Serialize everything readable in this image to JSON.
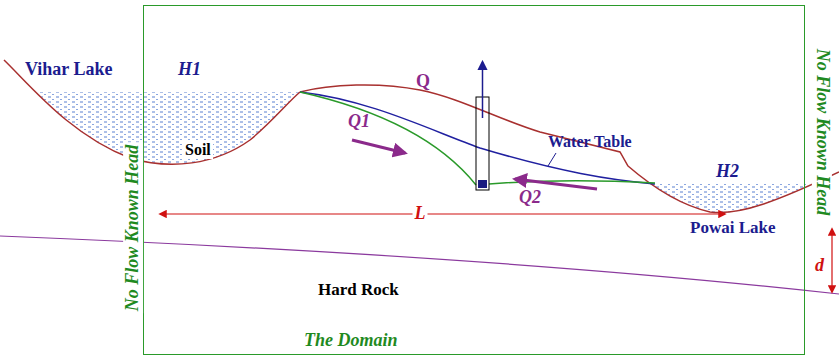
{
  "diagram": {
    "nodes": [
      {
        "text": [
          "The Domain"
        ]
      }
    ],
    "labels": [
      "Vihar Lake",
      "H1",
      "Soil",
      "Q",
      "Q1",
      "Water Table",
      "Q2",
      "Powai Lake",
      "H2",
      "L",
      "d",
      "Hard Rock",
      "No Flow Known Head",
      "No Flow Known Head"
    ]
  }
}
